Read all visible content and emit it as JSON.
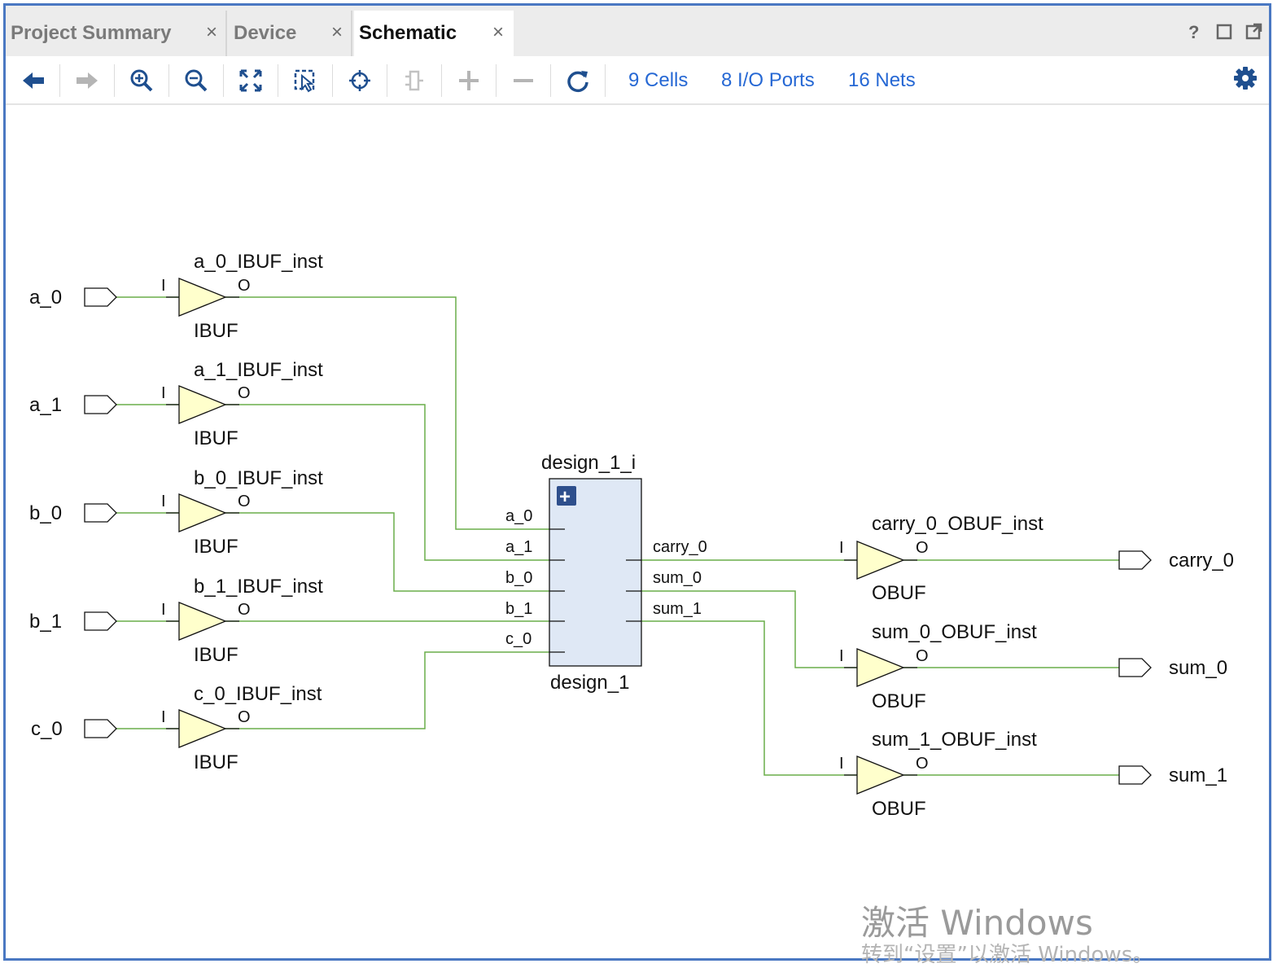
{
  "tabs": [
    {
      "label": "Project Summary",
      "active": false
    },
    {
      "label": "Device",
      "active": false
    },
    {
      "label": "Schematic",
      "active": true
    }
  ],
  "toolbar": {
    "buttons": [
      "back-icon",
      "forward-icon",
      "zoom-in-icon",
      "zoom-out-icon",
      "fit-icon",
      "zoom-area-icon",
      "crosshair-icon",
      "collapse-icon",
      "expand-icon",
      "remove-icon",
      "refresh-icon"
    ],
    "links": {
      "cells": "9 Cells",
      "ports": "8 I/O Ports",
      "nets": "16 Nets"
    }
  },
  "schematic": {
    "inputs": [
      {
        "port": "a_0",
        "inst": "a_0_IBUF_inst",
        "type": "IBUF",
        "pin_in": "I",
        "pin_out": "O"
      },
      {
        "port": "a_1",
        "inst": "a_1_IBUF_inst",
        "type": "IBUF",
        "pin_in": "I",
        "pin_out": "O"
      },
      {
        "port": "b_0",
        "inst": "b_0_IBUF_inst",
        "type": "IBUF",
        "pin_in": "I",
        "pin_out": "O"
      },
      {
        "port": "b_1",
        "inst": "b_1_IBUF_inst",
        "type": "IBUF",
        "pin_in": "I",
        "pin_out": "O"
      },
      {
        "port": "c_0",
        "inst": "c_0_IBUF_inst",
        "type": "IBUF",
        "pin_in": "I",
        "pin_out": "O"
      }
    ],
    "design": {
      "inst": "design_1_i",
      "type": "design_1",
      "expand_symbol": "+",
      "in_pins": [
        "a_0",
        "a_1",
        "b_0",
        "b_1",
        "c_0"
      ],
      "out_pins": [
        "carry_0",
        "sum_0",
        "sum_1"
      ]
    },
    "outputs": [
      {
        "port": "carry_0",
        "inst": "carry_0_OBUF_inst",
        "type": "OBUF",
        "pin_in": "I",
        "pin_out": "O"
      },
      {
        "port": "sum_0",
        "inst": "sum_0_OBUF_inst",
        "type": "OBUF",
        "pin_in": "I",
        "pin_out": "O"
      },
      {
        "port": "sum_1",
        "inst": "sum_1_OBUF_inst",
        "type": "OBUF",
        "pin_in": "I",
        "pin_out": "O"
      }
    ]
  },
  "watermark": {
    "line1": "激活 Windows",
    "line2": "转到“设置”以激活 Windows。"
  },
  "colors": {
    "accent": "#4a78c2",
    "link": "#2668d4",
    "wire": "#6aad4a",
    "buffer_fill": "#ffffcc",
    "design_fill": "#dfe8f5"
  }
}
